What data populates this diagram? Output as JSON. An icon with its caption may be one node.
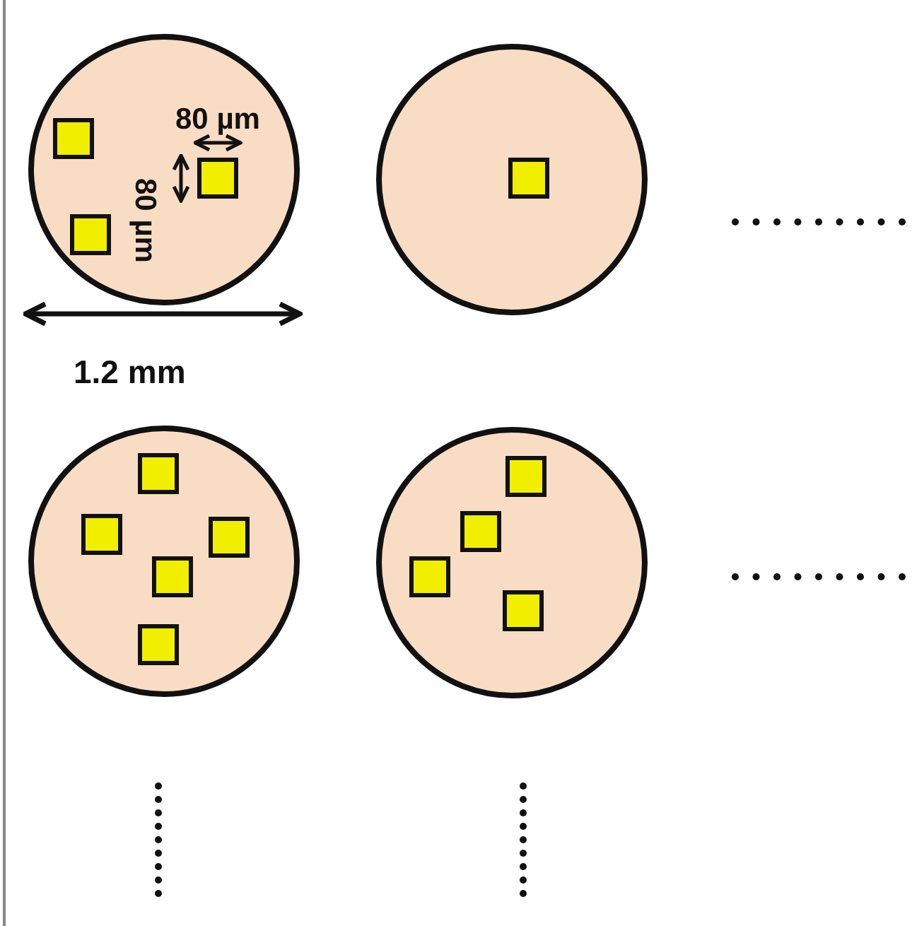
{
  "diagram": {
    "labels": [
      "80 µm",
      "80 µm",
      "1.2 mm"
    ]
  }
}
